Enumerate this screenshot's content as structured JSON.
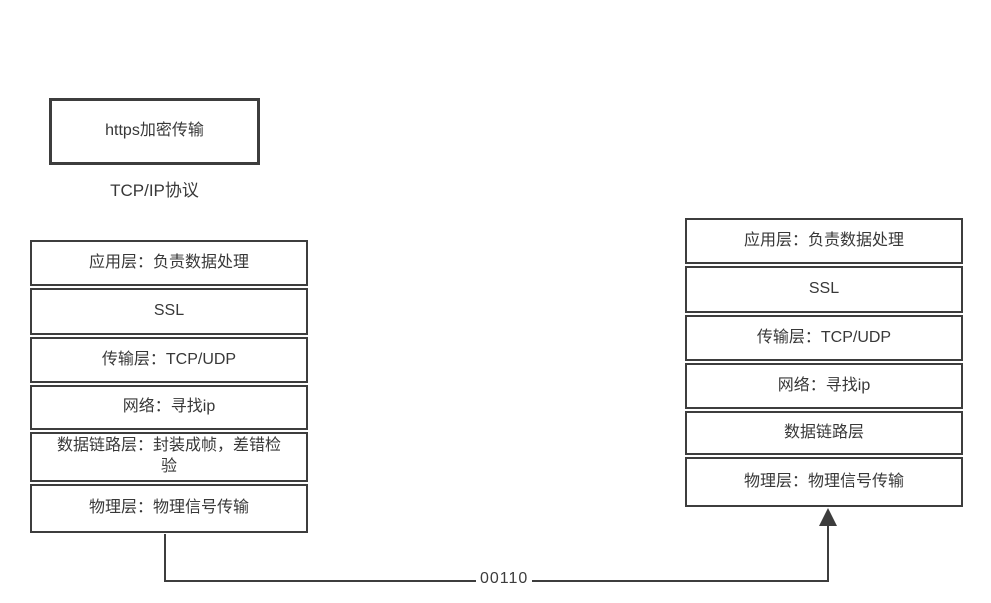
{
  "diagram": {
    "title_box": "https加密传输",
    "protocol_label": "TCP/IP协议",
    "left_stack": {
      "layers": [
        "应用层：负责数据处理",
        "SSL",
        "传输层：TCP/UDP",
        "网络：寻找ip",
        "数据链路层：封装成帧，差错检验",
        "物理层：物理信号传输"
      ]
    },
    "right_stack": {
      "layers": [
        "应用层：负责数据处理",
        "SSL",
        "传输层：TCP/UDP",
        "网络：寻找ip",
        "数据链路层",
        "物理层：物理信号传输"
      ]
    },
    "connector_label": "00110",
    "colors": {
      "line": "#3d3d3d",
      "text": "#383838",
      "background": "#ffffff"
    }
  }
}
